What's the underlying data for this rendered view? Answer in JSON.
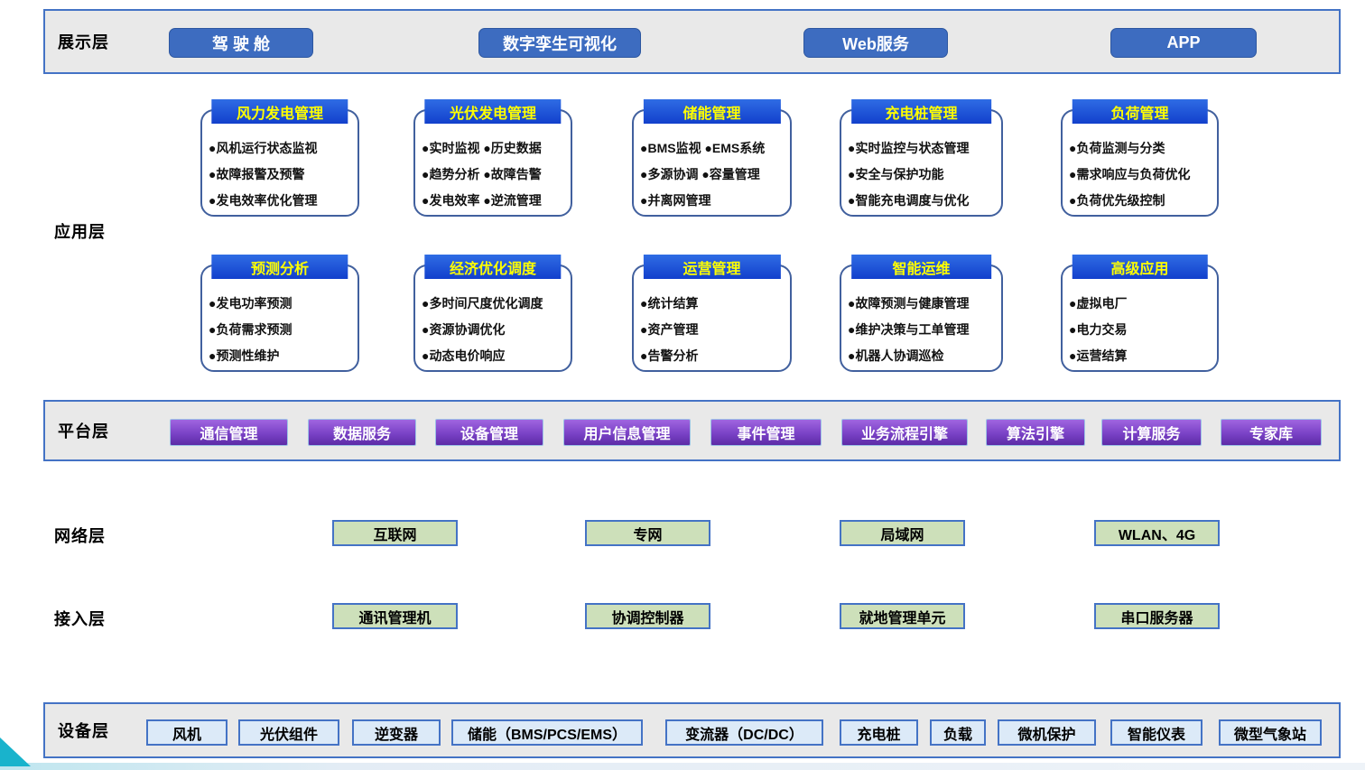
{
  "display_layer": {
    "label": "展示层",
    "buttons": [
      "驾 驶 舱",
      "数字孪生可视化",
      "Web服务",
      "APP"
    ]
  },
  "application_layer": {
    "label": "应用层",
    "cards": [
      {
        "title": "风力发电管理",
        "lines": [
          "●风机运行状态监视",
          "●故障报警及预警",
          "●发电效率优化管理"
        ]
      },
      {
        "title": "光伏发电管理",
        "lines": [
          "●实时监视 ●历史数据",
          "●趋势分析 ●故障告警",
          "●发电效率 ●逆流管理"
        ]
      },
      {
        "title": "储能管理",
        "lines": [
          "●BMS监视  ●EMS系统",
          "●多源协调 ●容量管理",
          "●并离网管理"
        ]
      },
      {
        "title": "充电桩管理",
        "lines": [
          "●实时监控与状态管理",
          "●安全与保护功能",
          "●智能充电调度与优化"
        ]
      },
      {
        "title": "负荷管理",
        "lines": [
          "●负荷监测与分类",
          "●需求响应与负荷优化",
          "●负荷优先级控制"
        ]
      },
      {
        "title": "预测分析",
        "lines": [
          "●发电功率预测",
          "●负荷需求预测",
          "●预测性维护"
        ]
      },
      {
        "title": "经济优化调度",
        "lines": [
          "●多时间尺度优化调度",
          "●资源协调优化",
          "●动态电价响应"
        ]
      },
      {
        "title": "运营管理",
        "lines": [
          "●统计结算",
          "●资产管理",
          "●告警分析"
        ]
      },
      {
        "title": "智能运维",
        "lines": [
          "●故障预测与健康管理",
          "●维护决策与工单管理",
          "●机器人协调巡检"
        ]
      },
      {
        "title": "高级应用",
        "lines": [
          "●虚拟电厂",
          "●电力交易",
          "●运营结算"
        ]
      }
    ]
  },
  "platform_layer": {
    "label": "平台层",
    "buttons": [
      "通信管理",
      "数据服务",
      "设备管理",
      "用户信息管理",
      "事件管理",
      "业务流程引擎",
      "算法引擎",
      "计算服务",
      "专家库"
    ]
  },
  "network_layer": {
    "label": "网络层",
    "boxes": [
      "互联网",
      "专网",
      "局域网",
      "WLAN、4G"
    ]
  },
  "access_layer": {
    "label": "接入层",
    "boxes": [
      "通讯管理机",
      "协调控制器",
      "就地管理单元",
      "串口服务器"
    ]
  },
  "device_layer": {
    "label": "设备层",
    "boxes": [
      "风机",
      "光伏组件",
      "逆变器",
      "储能（BMS/PCS/EMS）",
      "变流器（DC/DC）",
      "充电桩",
      "负载",
      "微机保护",
      "智能仪表",
      "微型气象站"
    ]
  },
  "colors": {
    "band_fill": "#e9e9e9",
    "band_border": "#4473c5",
    "display_button": "#3d6cc0",
    "card_header_blue": "#1240cc",
    "card_header_text": "#ffff00",
    "platform_button_purple": "#7a42c6",
    "green_box": "#cde0ba",
    "device_box": "#dceaf8",
    "swoosh_teal": "#19b3cc"
  }
}
